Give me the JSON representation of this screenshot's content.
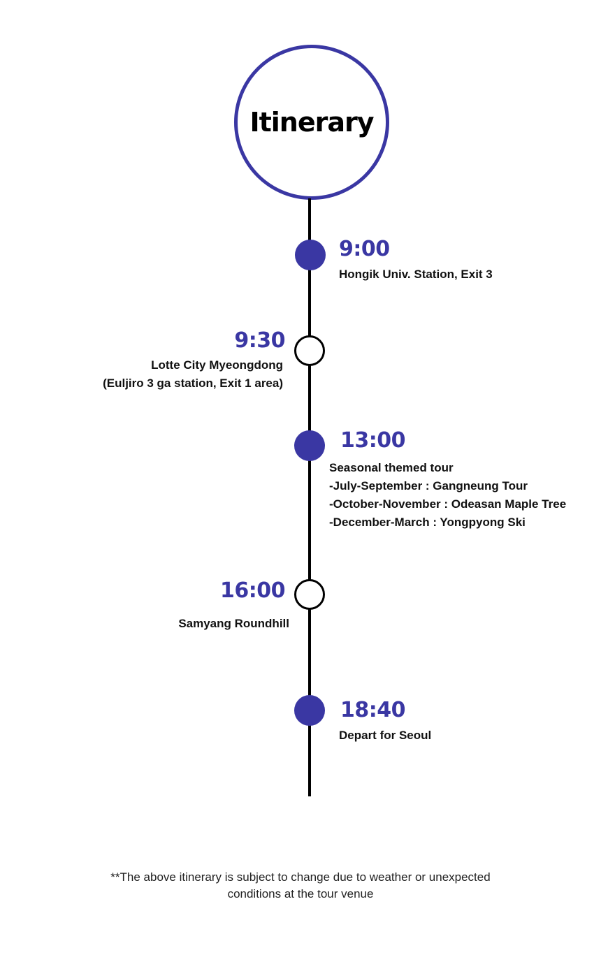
{
  "header": {
    "title": "Itinerary"
  },
  "colors": {
    "accent": "#3a37a3",
    "line": "#000000",
    "text": "#111111"
  },
  "stops": [
    {
      "time": "9:00",
      "marker": "filled",
      "side": "right",
      "description": [
        "Hongik Univ. Station, Exit 3"
      ]
    },
    {
      "time": "9:30",
      "marker": "hollow",
      "side": "left",
      "description": [
        "Lotte City Myeongdong",
        "(Euljiro 3 ga station, Exit 1 area)"
      ]
    },
    {
      "time": "13:00",
      "marker": "filled",
      "side": "right",
      "description": [
        "Seasonal themed tour",
        "-July-September : Gangneung Tour",
        "-October-November : Odeasan Maple Tree",
        "-December-March : Yongpyong Ski"
      ]
    },
    {
      "time": "16:00",
      "marker": "hollow",
      "side": "left",
      "description": [
        "Samyang Roundhill"
      ]
    },
    {
      "time": "18:40",
      "marker": "filled",
      "side": "right",
      "description": [
        "Depart for Seoul"
      ]
    }
  ],
  "footnote": {
    "lines": [
      "**The above itinerary is subject to change due to weather or unexpected",
      "conditions at the tour venue"
    ]
  }
}
